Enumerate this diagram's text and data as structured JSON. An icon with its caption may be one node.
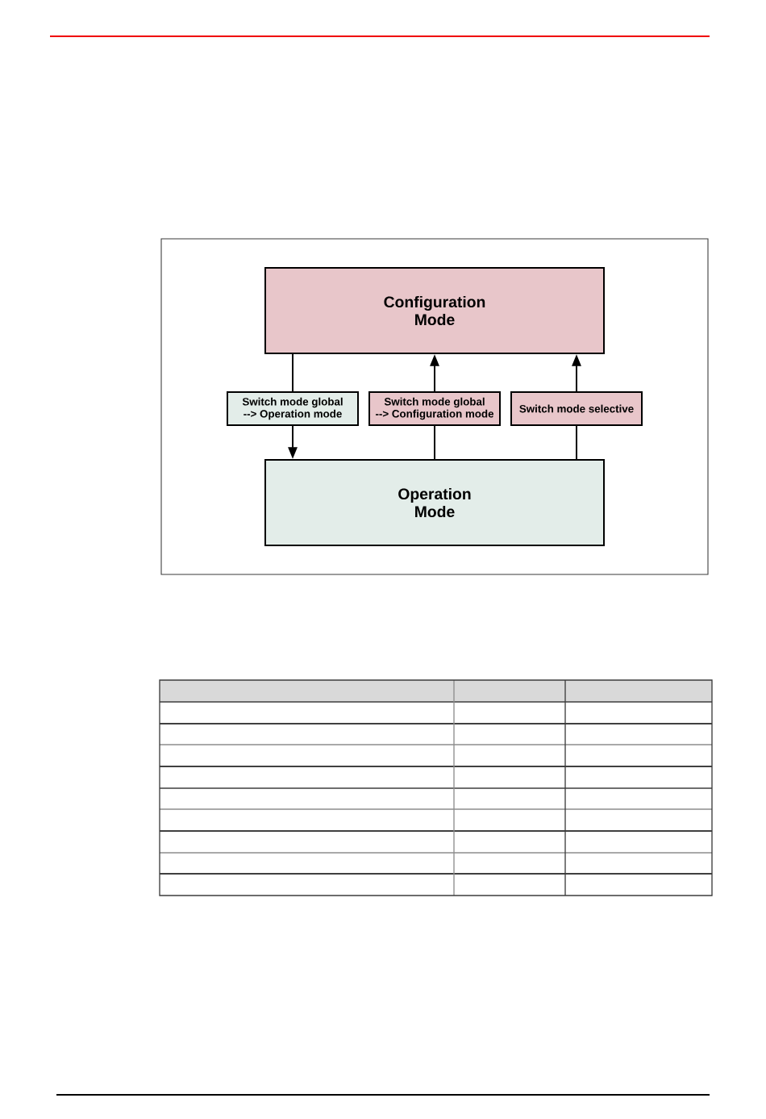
{
  "diagram": {
    "nodes": [
      {
        "text": [
          "Configuration Mode"
        ]
      },
      {
        "text": [
          "Switch mode global --> Operation mode"
        ]
      },
      {
        "text": [
          "Switch mode global --> Configuration mode"
        ]
      },
      {
        "text": [
          "Switch mode selective"
        ]
      },
      {
        "text": [
          "Operation Mode"
        ]
      }
    ],
    "edges": [
      {
        "from": 0,
        "to": 1,
        "arrow": "none"
      },
      {
        "from": 1,
        "to": 4,
        "arrow": "to"
      },
      {
        "from": 4,
        "to": 2,
        "arrow": "none"
      },
      {
        "from": 2,
        "to": 0,
        "arrow": "to"
      },
      {
        "from": 4,
        "to": 3,
        "arrow": "none"
      },
      {
        "from": 3,
        "to": 0,
        "arrow": "to"
      }
    ]
  }
}
